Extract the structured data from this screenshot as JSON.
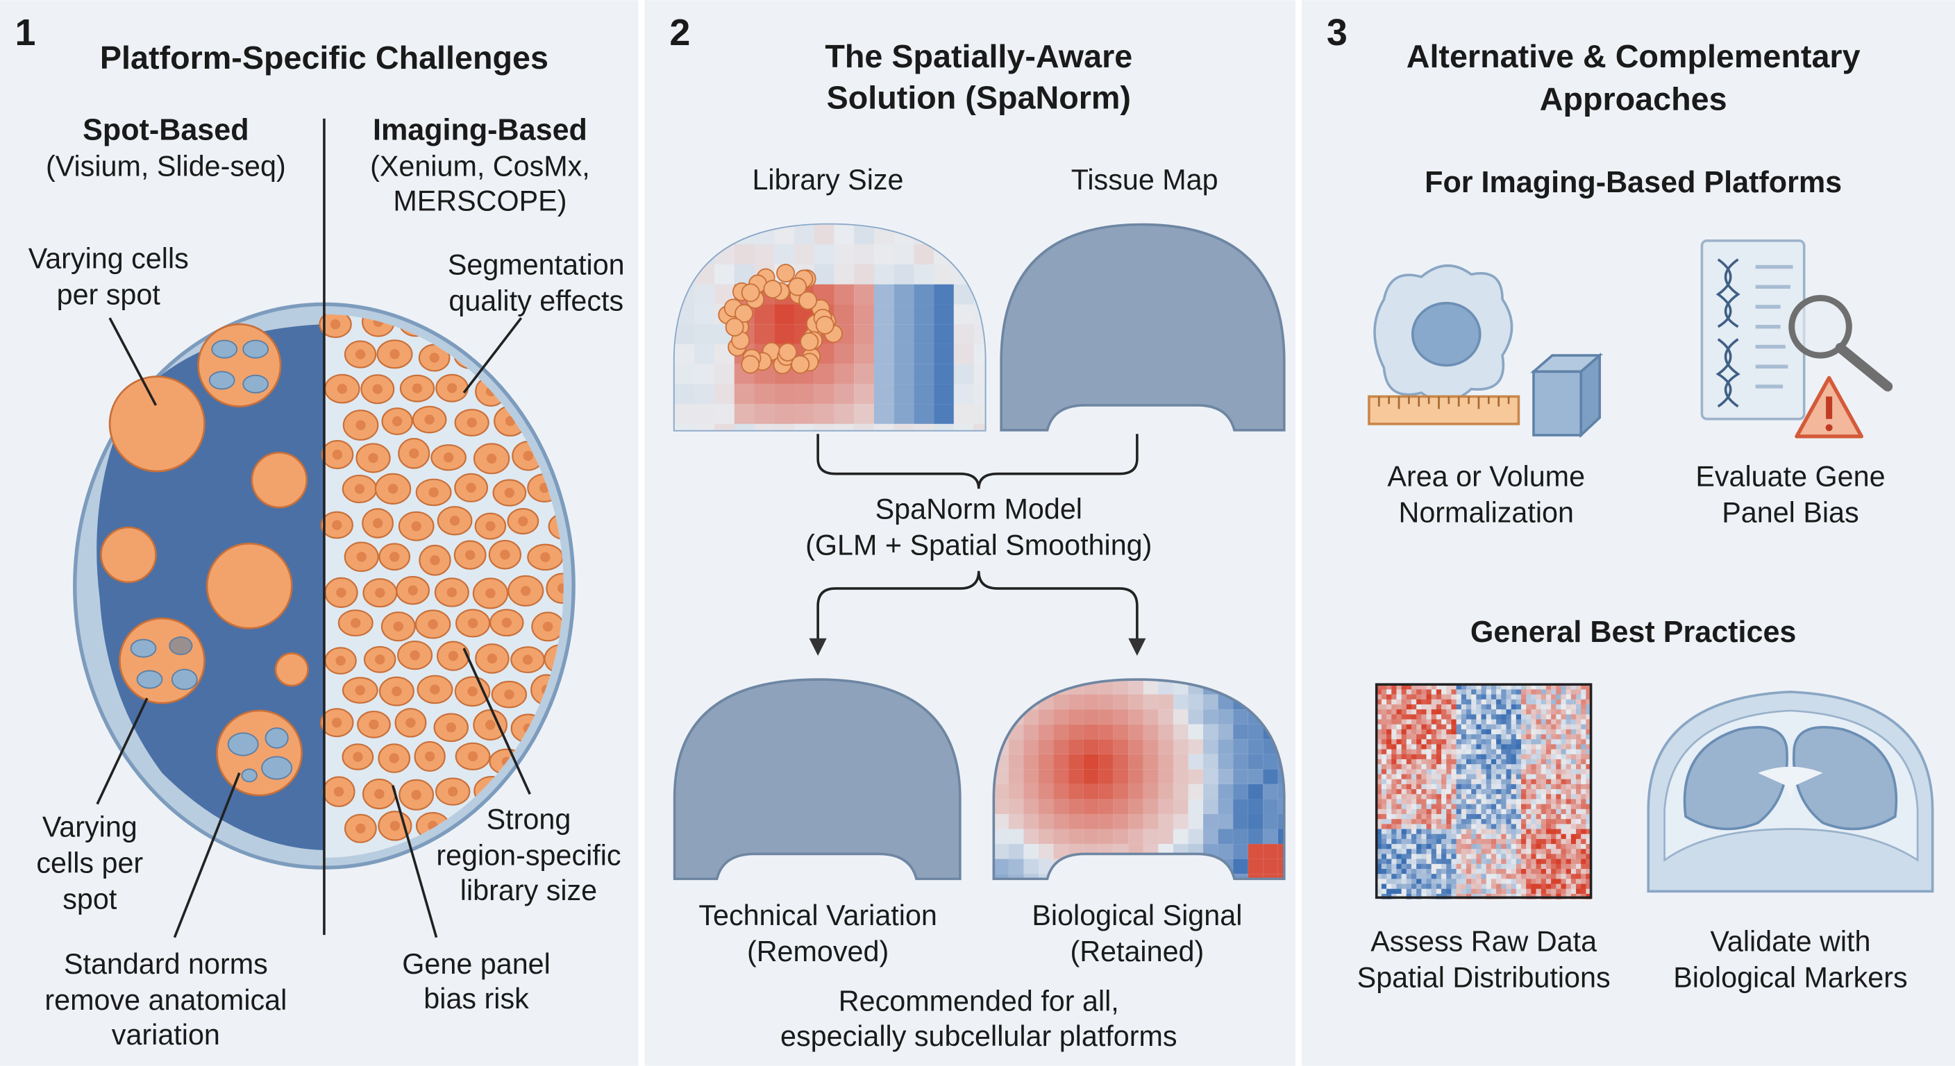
{
  "panel1": {
    "number": "1",
    "title": "Platform-Specific Challenges",
    "spot_based": {
      "heading": "Spot-Based",
      "platforms": "(Visium, Slide-seq)"
    },
    "imaging_based": {
      "heading": "Imaging-Based",
      "platforms_line1": "(Xenium, CosMx,",
      "platforms_line2": "MERSCOPE)"
    },
    "callouts": {
      "varying_top": [
        "Varying cells",
        "per spot"
      ],
      "segmentation": [
        "Segmentation",
        "quality effects"
      ],
      "varying_bottom": [
        "Varying",
        "cells per",
        "spot"
      ],
      "strong_region": [
        "Strong",
        "region-specific",
        "library size"
      ],
      "standard_norms": [
        "Standard norms",
        "remove anatomical",
        "variation"
      ],
      "gene_panel": [
        "Gene panel",
        "bias risk"
      ]
    }
  },
  "panel2": {
    "number": "2",
    "title": [
      "The Spatially-Aware",
      "Solution (SpaNorm)"
    ],
    "inputs": {
      "library_size": "Library Size",
      "tissue_map": "Tissue Map"
    },
    "model": [
      "SpaNorm Model",
      "(GLM + Spatial Smoothing)"
    ],
    "outputs": {
      "technical": [
        "Technical Variation",
        "(Removed)"
      ],
      "biological": [
        "Biological Signal",
        "(Retained)"
      ]
    },
    "recommendation": [
      "Recommended for all,",
      "especially subcellular platforms"
    ]
  },
  "panel3": {
    "number": "3",
    "title": [
      "Alternative & Complementary",
      "Approaches"
    ],
    "imaging_section": "For Imaging-Based Platforms",
    "area_volume": [
      "Area or Volume",
      "Normalization"
    ],
    "gene_panel": [
      "Evaluate Gene",
      "Panel Bias"
    ],
    "general_section": "General Best Practices",
    "assess_raw": [
      "Assess Raw Data",
      "Spatial Distributions"
    ],
    "validate": [
      "Validate with",
      "Biological Markers"
    ]
  },
  "colors": {
    "panel_bg": "#eef2f7",
    "tissue_blue": "#4a70a6",
    "cell_orange": "#f2a36b",
    "heat_red": "#d7402b",
    "heat_blue": "#3b6fb3"
  }
}
